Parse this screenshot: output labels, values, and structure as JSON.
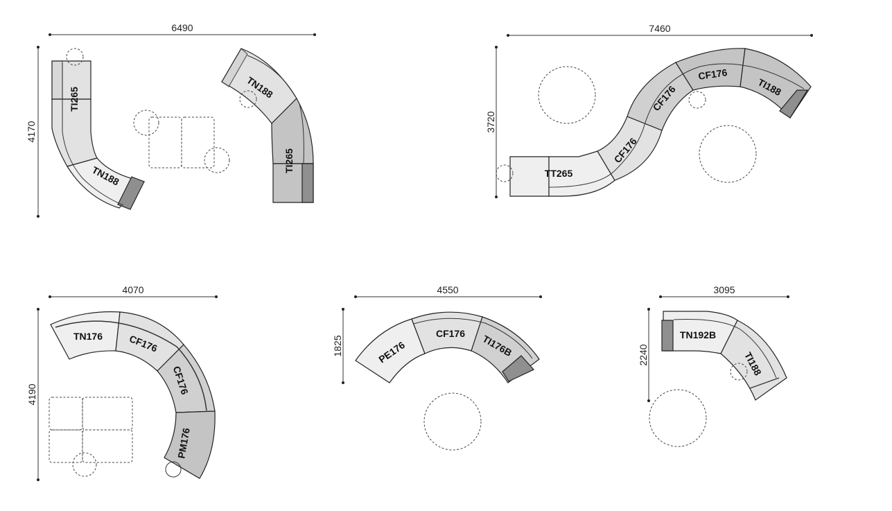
{
  "diagram": {
    "type": "sofa-configuration-plan",
    "layouts": [
      {
        "id": "layout-1",
        "width_dim": "6490",
        "height_dim": "4170",
        "modules": [
          "TI265",
          "TN188",
          "TN188",
          "TI265"
        ]
      },
      {
        "id": "layout-2",
        "width_dim": "7460",
        "height_dim": "3720",
        "modules": [
          "TT265",
          "CF176",
          "CF176",
          "CF176",
          "TI188"
        ]
      },
      {
        "id": "layout-3",
        "width_dim": "4070",
        "height_dim": "4190",
        "modules": [
          "TN176",
          "CF176",
          "CF176",
          "PM176"
        ]
      },
      {
        "id": "layout-4",
        "width_dim": "4550",
        "height_dim": "1825",
        "modules": [
          "PE176",
          "CF176",
          "TI176B"
        ]
      },
      {
        "id": "layout-5",
        "width_dim": "3095",
        "height_dim": "2240",
        "modules": [
          "TN192B",
          "TI188"
        ]
      }
    ],
    "colors": {
      "light": "#efefef",
      "mid_light": "#e2e2e2",
      "mid": "#d0d0d0",
      "dark": "#c4c4c4",
      "arm": "#8f8f8f",
      "line": "#222222"
    }
  }
}
